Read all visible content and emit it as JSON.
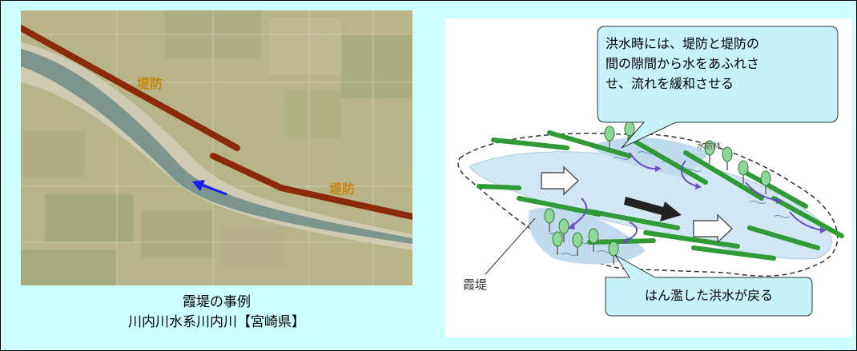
{
  "photo": {
    "levee_label_1": "堤防",
    "levee_label_2": "堤防"
  },
  "caption": {
    "line1": "霞堤の事例",
    "line2": "川内川水系川内川【宮崎県】"
  },
  "diagram": {
    "callout_top_lines": [
      "洪水時には、堤防と堤防の",
      "間の隙間から水をあふれさ",
      "せ、流れを緩和させる"
    ],
    "callout_bottom": "はん濫した洪水が戻る",
    "kasumitei_label": "霞堤",
    "forest_label": "水防林"
  },
  "colors": {
    "background": "#ccffff",
    "levee": "#8b2a0a",
    "levee_label": "#c8820f",
    "flow_arrow": "#1a1aff",
    "water": "#d2e6f4",
    "embankment": "#2f9a36",
    "callout_fill": "#c6f2f8"
  },
  "icons": [
    "flow-arrow-icon",
    "tree-icon"
  ]
}
